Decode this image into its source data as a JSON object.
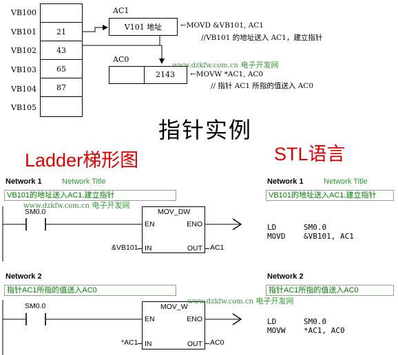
{
  "memory": {
    "labels": [
      "VB100",
      "VB101",
      "VB102",
      "VB103",
      "VB104",
      "VB105"
    ],
    "values": [
      "",
      "21",
      "43",
      "65",
      "87",
      ""
    ]
  },
  "registers": {
    "ac1_label": "AC1",
    "ac1_value": "V101 地址",
    "ac0_label": "AC0",
    "ac0_value": "2143"
  },
  "notes": {
    "movd_instr": "←MOVD  &VB101, AC1",
    "movd_comment": "//VB101 的地址送入 AC1，建立指针",
    "movw_instr": "←MOVW  *AC1, AC0",
    "movw_comment": "// 指针 AC1 所指的值送入 AC0"
  },
  "watermark": {
    "url": "www.dzkfw.com.cn",
    "name": "电子开发网"
  },
  "titles": {
    "main": "指针实例",
    "ladder": "Ladder梯形图",
    "stl": "STL语言"
  },
  "networks": [
    {
      "label": "Network 1",
      "title": "Network Title",
      "comment": "VB101的地址送入AC1,建立指针",
      "contact": "SM0.0",
      "block": "MOV_DW",
      "en": "EN",
      "eno": "ENO",
      "in_value": "&VB101",
      "in": "IN",
      "out": "OUT",
      "out_value": "AC1",
      "stl_line1": "LD      SM0.0",
      "stl_line2": "MOVD    &VB101, AC1"
    },
    {
      "label": "Network 2",
      "title": "",
      "comment": "指针AC1所指的值送入AC0",
      "contact": "SM0.0",
      "block": "MOV_W",
      "en": "EN",
      "eno": "ENO",
      "in_value": "*AC1",
      "in": "IN",
      "out": "OUT",
      "out_value": "AC0",
      "stl_line1": "LD      SM0.0",
      "stl_line2": "MOVW    *AC1, AC0"
    }
  ],
  "stl_networks": [
    {
      "label": "Network 1",
      "title": "Network Title",
      "comment": "VB101的地址送入AC1,建立指针"
    },
    {
      "label": "Network 2",
      "title": "",
      "comment": "指针AC1所指的值送入AC0"
    }
  ]
}
